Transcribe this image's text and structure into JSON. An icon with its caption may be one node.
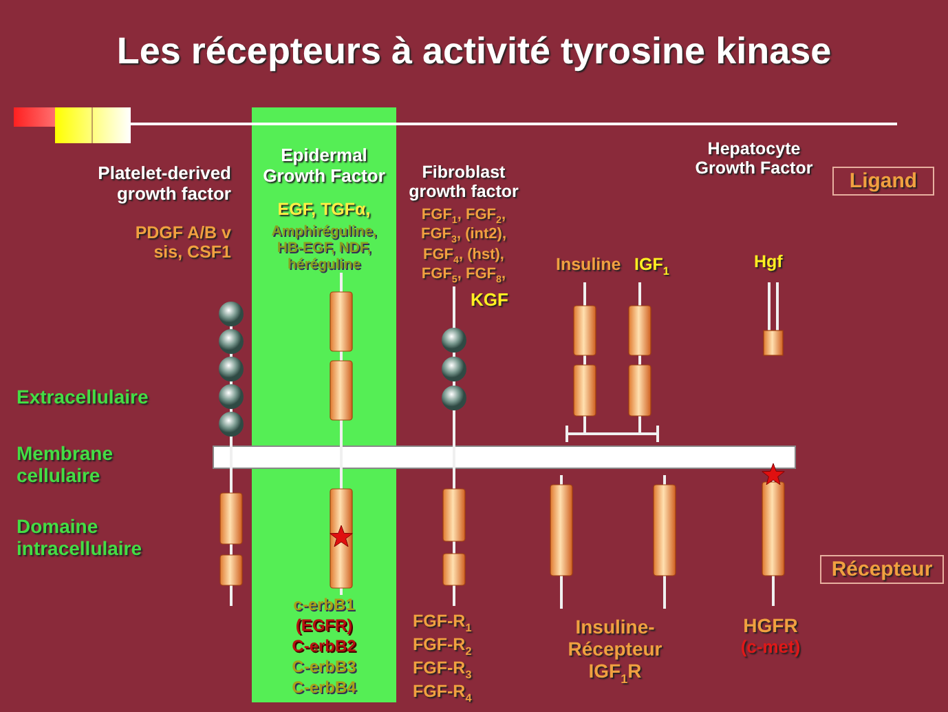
{
  "diagram": {
    "title": "Les récepteurs à activité tyrosine kinase",
    "nodes": [
      {
        "text": [
          "Epidermal Growth Factor",
          "EGF, TGFα,",
          "Amphiréguline, HB-EGF, NDF, héréguline",
          "c-erbB1",
          "(EGFR)",
          "C-erbB2",
          "C-erbB3",
          "C-erbB4"
        ]
      },
      {
        "text": [
          "Ligand"
        ]
      },
      {
        "text": [
          "Récepteur"
        ]
      },
      {
        "text": [],
        "shape": "bar"
      }
    ],
    "edges": [],
    "labels": [
      "Platelet-derived growth factor",
      "PDGF A/B v sis, CSF1",
      "Fibroblast growth factor",
      "FGF$_{1}$, FGF$_{2}$, FGF$_{3}$, (int2), FGF$_{4}$, (hst), FGF$_{5}$, FGF$_{8}$,",
      "KGF",
      "Hepatocyte Growth Factor",
      "Insuline",
      "IGF$_{1}$",
      "Hgf",
      "Extracellulaire",
      "Membrane cellulaire",
      "Domaine intracellulaire",
      "FGF-R$_{1}$ FGF-R$_{2}$ FGF-R$_{3}$ FGF-R$_{4}$",
      "Insuline-Récepteur IGF$_{1}$R",
      "HGFR",
      "(c-met)"
    ]
  }
}
